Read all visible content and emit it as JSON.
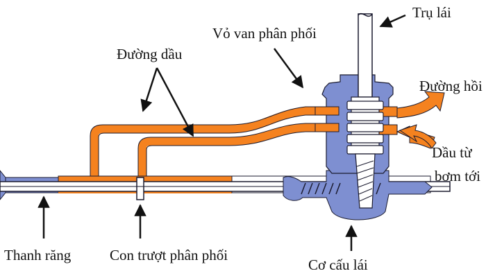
{
  "labels": {
    "steering_column": "Trụ lái",
    "valve_housing": "Vỏ van phân phối",
    "oil_lines": "Đường dầu",
    "return_line": "Đường hồi",
    "pump_inlet_line1": "Dầu từ",
    "pump_inlet_line2": "bơm tới",
    "rack": "Thanh răng",
    "spool": "Con trượt phân phối",
    "steering_gear": "Cơ cấu lái"
  },
  "colors": {
    "oil": "#f5821f",
    "housing": "#7e8fd1",
    "housing_dark": "#6a7cc4",
    "outline": "#1a1a2e",
    "body_white": "#ffffff",
    "text": "#111111",
    "pointer": "#111111"
  },
  "icons": {
    "flow_arrow": "orange-flow-arrow",
    "pointer_arrow": "black-pointer-arrow"
  }
}
